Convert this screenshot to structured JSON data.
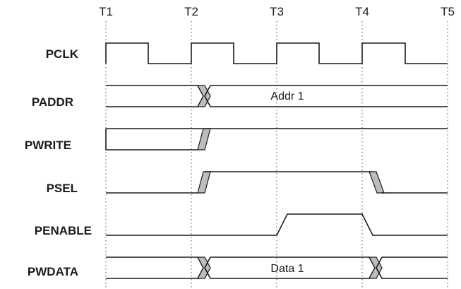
{
  "time_markers": [
    "T1",
    "T2",
    "T3",
    "T4",
    "T5"
  ],
  "signals": [
    {
      "name": "PCLK",
      "kind": "clock"
    },
    {
      "name": "PADDR",
      "kind": "bus",
      "value_label": "Addr 1",
      "valid_from": "T2",
      "valid_to": "T5"
    },
    {
      "name": "PWRITE",
      "kind": "bit",
      "initial": 0,
      "rises_at": "T2"
    },
    {
      "name": "PSEL",
      "kind": "bit",
      "initial": 0,
      "rises_at": "T2",
      "falls_at": "T4"
    },
    {
      "name": "PENABLE",
      "kind": "bit",
      "initial": 0,
      "rises_at": "T3",
      "falls_at": "T4"
    },
    {
      "name": "PWDATA",
      "kind": "bus",
      "value_label": "Data 1",
      "valid_from": "T2",
      "valid_to": "T4"
    }
  ],
  "colors": {
    "line": "#1a1a1a",
    "transition_fill": "#bdbdbd",
    "gridline": "#555555",
    "background": "#ffffff"
  }
}
